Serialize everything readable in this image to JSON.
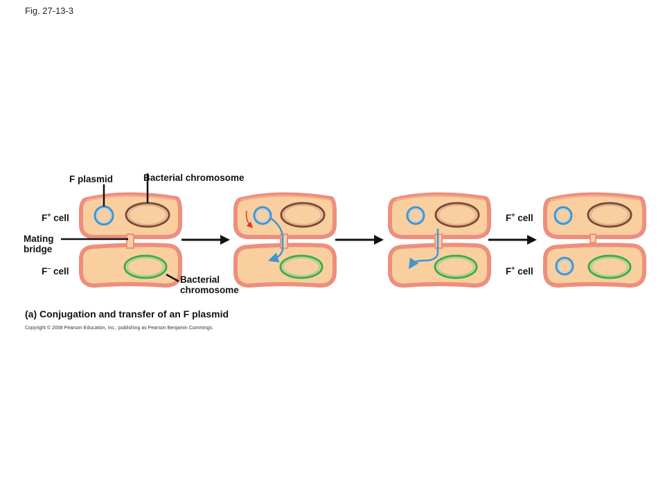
{
  "figure": {
    "number": "Fig. 27-13-3",
    "caption": "(a) Conjugation and transfer of an F plasmid",
    "copyright": "Copyright © 2008 Pearson Education, Inc., publishing as Pearson Benjamin Cummings."
  },
  "labels": {
    "f_plasmid": "F plasmid",
    "bacterial_chromosome_top": "Bacterial chromosome",
    "f_plus": "F",
    "f_minus": "F",
    "plus_sign": "+",
    "minus_sign": "–",
    "cell_word": " cell",
    "mating_bridge_line1": "Mating",
    "mating_bridge_line2": "bridge",
    "bacterial_chromosome_bottom_line1": "Bacterial",
    "bacterial_chromosome_bottom_line2": "chromosome"
  },
  "colors": {
    "cell_fill": "#f9cf9f",
    "cell_wall": "#ee8e7d",
    "plasmid": "#3f96d1",
    "donor_chromosome": "#7b4a3a",
    "recipient_chromosome": "#3cad4a",
    "arrow_red": "#e5322b"
  }
}
